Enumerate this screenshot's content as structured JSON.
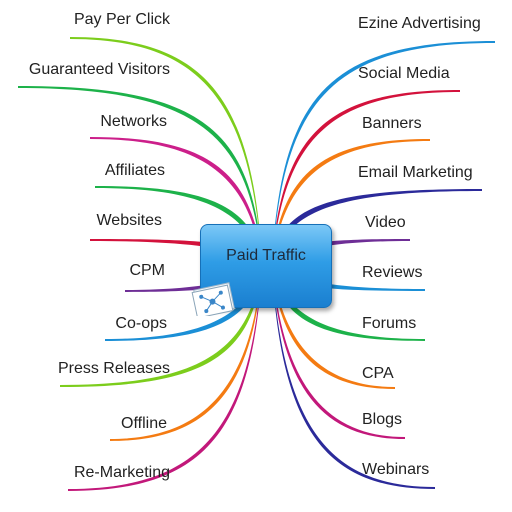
{
  "center": {
    "label": "Paid Traffic",
    "icon": "document-network-icon",
    "color": "#2f9de6"
  },
  "left": [
    {
      "label": "Pay Per Click",
      "color": "#7ccd1c"
    },
    {
      "label": "Guaranteed Visitors",
      "color": "#1db24a"
    },
    {
      "label": "Networks",
      "color": "#cc1f8a"
    },
    {
      "label": "Affiliates",
      "color": "#1db24a"
    },
    {
      "label": "Websites",
      "color": "#d3123c"
    },
    {
      "label": "CPM",
      "color": "#6e2e96"
    },
    {
      "label": "Co-ops",
      "color": "#1b8fd6"
    },
    {
      "label": "Press Releases",
      "color": "#7ccd1c"
    },
    {
      "label": "Offline",
      "color": "#f47b12"
    },
    {
      "label": "Re-Marketing",
      "color": "#c2187a"
    }
  ],
  "right": [
    {
      "label": "Ezine Advertising",
      "color": "#1b8fd6"
    },
    {
      "label": "Social Media",
      "color": "#d3123c"
    },
    {
      "label": "Banners",
      "color": "#f47b12"
    },
    {
      "label": "Email Marketing",
      "color": "#2b2a9a"
    },
    {
      "label": "Video",
      "color": "#6e2e96"
    },
    {
      "label": "Reviews",
      "color": "#1b8fd6"
    },
    {
      "label": "Forums",
      "color": "#1db24a"
    },
    {
      "label": "CPA",
      "color": "#f47b12"
    },
    {
      "label": "Blogs",
      "color": "#c2187a"
    },
    {
      "label": "Webinars",
      "color": "#2b2a9a"
    }
  ]
}
